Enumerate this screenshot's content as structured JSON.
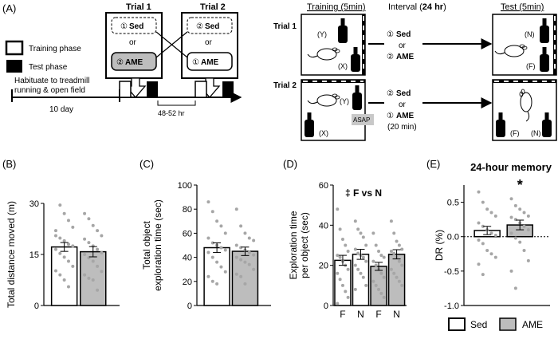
{
  "panel_a": {
    "label": "(A)",
    "legend": {
      "training": "Training phase",
      "test": "Test phase"
    },
    "trial1": {
      "title": "Trial 1",
      "top_num": "①",
      "top_name": "Sed",
      "or": "or",
      "bottom_num": "②",
      "bottom_name": "AME"
    },
    "trial2": {
      "title": "Trial 2",
      "top_num": "②",
      "top_name": "Sed",
      "or": "or",
      "bottom_num": "①",
      "bottom_name": "AME"
    },
    "habituate_line1": "Habituate to treadmill",
    "habituate_line2": "running & open field",
    "days": "10 day",
    "gap": "48-52 hr",
    "headers": {
      "training": "Training (5min)",
      "interval_prefix": "Interval (",
      "interval_bold": "24 hr",
      "interval_suffix": ")",
      "test": "Test (5min)"
    },
    "row1": {
      "label": "Trial 1",
      "mid_num1": "①",
      "mid_name1": "Sed",
      "or": "or",
      "mid_num2": "②",
      "mid_name2": "AME",
      "train_labels": [
        "(Y)",
        "(X)"
      ],
      "test_labels": [
        "(N)",
        "(F)"
      ]
    },
    "row2": {
      "label": "Trial 2",
      "mid_num1": "②",
      "mid_name1": "Sed",
      "or": "or",
      "mid_num2": "①",
      "mid_name2": "AME",
      "delay": "(20 min)",
      "asap": "ASAP",
      "train_labels": [
        "(Y)",
        "(X)"
      ],
      "test_labels": [
        "(F)",
        "(N)"
      ]
    }
  },
  "colors": {
    "sed": "#ffffff",
    "ame": "#bdbdbd",
    "dots": "#a6a6a6",
    "black": "#000000"
  },
  "legend_bottom": {
    "sed": "Sed",
    "ame": "AME"
  },
  "chart_data": [
    {
      "panel": "(B)",
      "type": "bar",
      "title": "",
      "xlabel": "",
      "ylabel": "Total distance moved (m)",
      "ylim": [
        0,
        30
      ],
      "yticks": [
        0,
        15,
        30
      ],
      "categories": [
        "Sed",
        "AME"
      ],
      "values": [
        17.2,
        15.8
      ],
      "sem": [
        1.3,
        1.5
      ],
      "points": [
        [
          22,
          29.5,
          27,
          25,
          23,
          20.5,
          19.8,
          19,
          18,
          17.5,
          16.5,
          15.3,
          14.2,
          13,
          11.5,
          10.2,
          9,
          7.5,
          5.5
        ],
        [
          27,
          25.5,
          23.5,
          22,
          20.5,
          19.5,
          18.5,
          17.5,
          16.5,
          15.5,
          15,
          14,
          13,
          11.5,
          10,
          9,
          8,
          7.5,
          4.5
        ]
      ],
      "annotation": ""
    },
    {
      "panel": "(C)",
      "type": "bar",
      "title": "",
      "xlabel": "",
      "ylabel": "Total object exploration time (sec)",
      "ylim": [
        0,
        100
      ],
      "yticks": [
        0,
        20,
        40,
        60,
        80,
        100
      ],
      "categories": [
        "Sed",
        "AME"
      ],
      "values": [
        48,
        45
      ],
      "sem": [
        4,
        3.5
      ],
      "points": [
        [
          86,
          78,
          70,
          66,
          60,
          56,
          52,
          50,
          48,
          46,
          44,
          40,
          36,
          32,
          28,
          24,
          20,
          18
        ],
        [
          80,
          66,
          60,
          56,
          54,
          50,
          48,
          46,
          44,
          42,
          40,
          38,
          36,
          34,
          30,
          26,
          24,
          18
        ]
      ],
      "annotation": ""
    },
    {
      "panel": "(D)",
      "type": "bar",
      "title": "",
      "xlabel": "",
      "ylabel": "Exploration time per object (sec)",
      "ylim": [
        0,
        60
      ],
      "yticks": [
        0,
        20,
        40,
        60
      ],
      "categories": [
        "F",
        "N",
        "F",
        "N"
      ],
      "groups": [
        "Sed",
        "Sed",
        "AME",
        "AME"
      ],
      "values": [
        22.5,
        25.5,
        19.5,
        25.5
      ],
      "sem": [
        2.5,
        2.5,
        2,
        2.3
      ],
      "points": [
        [
          48,
          38,
          33,
          30,
          27,
          25,
          24,
          22,
          20,
          18,
          16,
          13,
          10,
          7,
          4,
          1
        ],
        [
          42,
          38,
          36,
          34,
          30,
          28,
          26,
          25,
          24,
          22,
          20,
          18,
          16,
          14,
          10,
          8
        ],
        [
          36,
          30,
          27,
          25,
          24,
          22,
          20,
          18,
          16,
          14,
          12,
          10,
          8,
          6,
          4
        ],
        [
          42,
          36,
          32,
          30,
          28,
          27,
          26,
          24,
          22,
          20,
          18,
          16,
          14,
          12,
          10
        ]
      ],
      "annotation": "‡ F vs N"
    },
    {
      "panel": "(E)",
      "type": "bar",
      "title": "24-hour memory",
      "xlabel": "",
      "ylabel": "DR (%)",
      "ylim": [
        -1.0,
        0.75
      ],
      "yticks": [
        -1.0,
        -0.5,
        0.0,
        0.5
      ],
      "categories": [
        "Sed",
        "AME"
      ],
      "values": [
        0.09,
        0.17
      ],
      "sem": [
        0.06,
        0.07
      ],
      "points": [
        [
          0.65,
          0.5,
          0.4,
          0.35,
          0.3,
          0.2,
          0.15,
          0.1,
          0.05,
          0.02,
          -0.05,
          -0.1,
          -0.2,
          -0.25,
          -0.3,
          -0.4,
          -0.55
        ],
        [
          0.55,
          0.45,
          0.4,
          0.35,
          0.3,
          0.28,
          0.25,
          0.2,
          0.15,
          0.1,
          0.05,
          -0.02,
          -0.08,
          -0.2,
          -0.35,
          -0.5,
          -0.75
        ]
      ],
      "annotation": "*"
    }
  ]
}
